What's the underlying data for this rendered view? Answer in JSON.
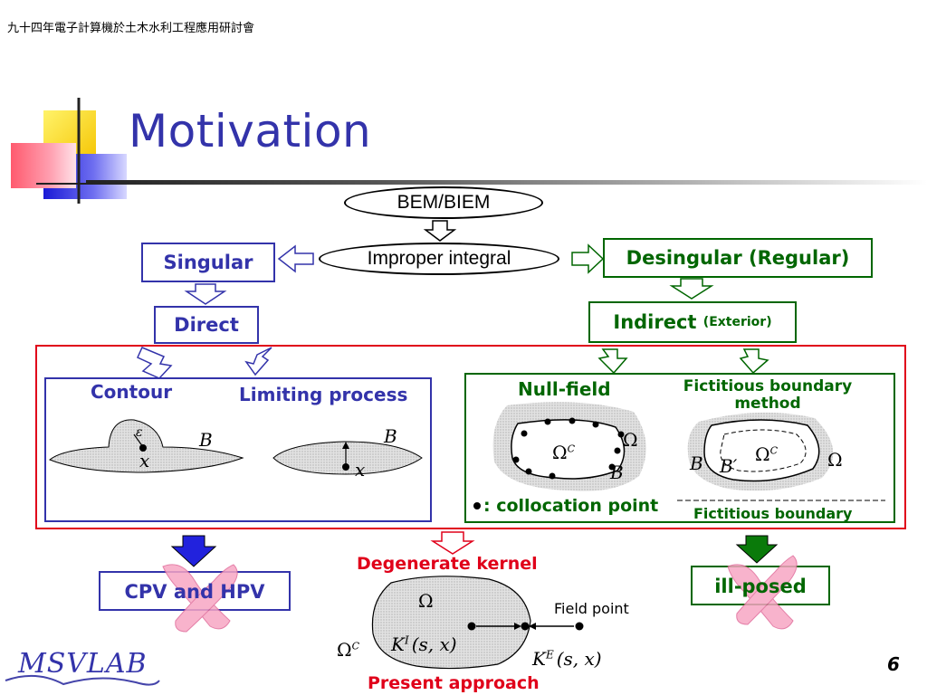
{
  "header": "九十四年電子計算機於土木水利工程應用研討會",
  "title": "Motivation",
  "bem": "BEM/BIEM",
  "improper": "Improper integral",
  "singular": "Singular",
  "desingular": "Desingular (Regular)",
  "direct": "Direct",
  "indirect": "Indirect",
  "indirect_sub": "(Exterior)",
  "left_panel": {
    "contour": "Contour",
    "limiting": "Limiting process",
    "epsilon": "ε",
    "x": "x",
    "B": "B"
  },
  "right_panel": {
    "null_field": "Null-field",
    "fictitious_method": "Fictitious boundary method",
    "omega": "Ω",
    "omega_c": "Ω",
    "sup_c": "C",
    "B": "B",
    "B_prime": "B′",
    "collocation": ": collocation point",
    "fictitious_boundary": "Fictitious boundary"
  },
  "outcomes": {
    "cpv": "CPV and HPV",
    "ill_posed": "ill-posed",
    "degenerate": "Degenerate kernel",
    "present": "Present approach"
  },
  "bottom_diagram": {
    "omega": "Ω",
    "omega_c": "Ω",
    "sup_c": "C",
    "field_point": "Field point",
    "k": "K",
    "k_sup_i": "I",
    "k_sup_e": "E",
    "args": "(s, x)"
  },
  "logo": "MSVLAB",
  "page_number": "6",
  "colors": {
    "blue": "#3333aa",
    "green": "#006600",
    "red": "#e0001a"
  }
}
